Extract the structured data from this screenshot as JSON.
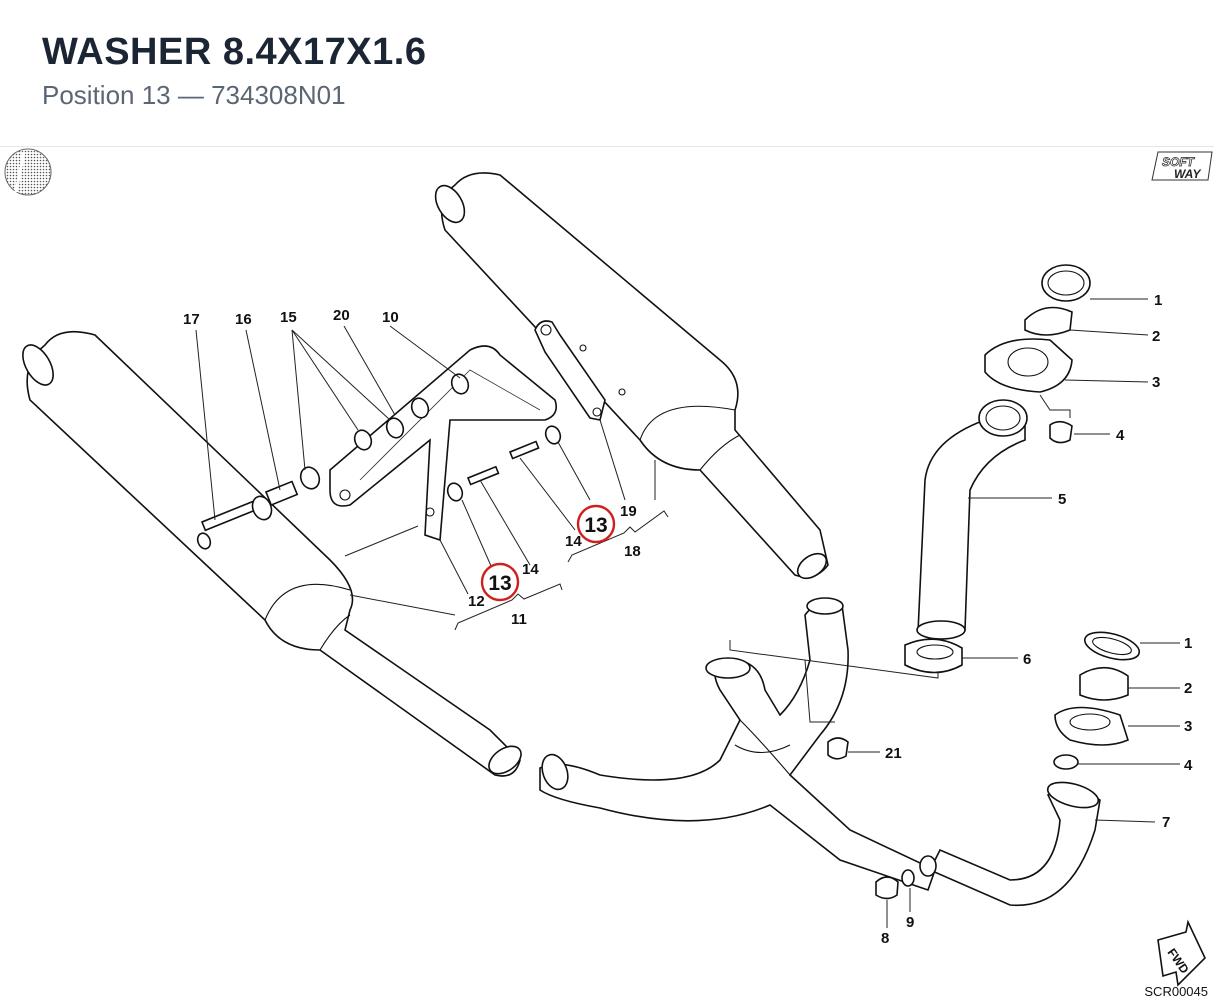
{
  "header": {
    "title": "WASHER 8.4X17X1.6",
    "subtitle": "Position 13 — 734308N01"
  },
  "brand": {
    "line1": "SOFT",
    "line2": "WAY"
  },
  "fwd_label": "FWD",
  "drawing_code": "SCR00045",
  "highlight": {
    "label": "13",
    "color": "#d0201e"
  },
  "callouts": {
    "c17": "17",
    "c16": "16",
    "c15": "15",
    "c20": "20",
    "c10": "10",
    "c19": "19",
    "c14a": "14",
    "c14b": "14",
    "c12": "12",
    "c11": "11",
    "c18": "18",
    "r1a": "1",
    "r2a": "2",
    "r3a": "3",
    "r4a": "4",
    "r5": "5",
    "r6": "6",
    "r1b": "1",
    "r2b": "2",
    "r3b": "3",
    "r4b": "4",
    "r7": "7",
    "r21": "21",
    "r8": "8",
    "r9": "9"
  },
  "icons": [
    "logo-disc-icon",
    "softway-logo-icon",
    "fwd-arrow-icon"
  ]
}
